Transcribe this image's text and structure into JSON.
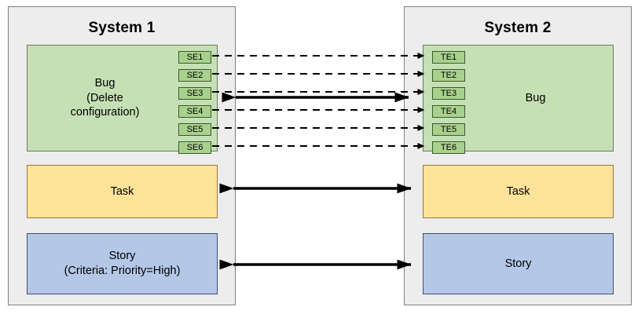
{
  "diagram": {
    "title_left": "System 1",
    "title_right": "System 2",
    "background": "#ffffff"
  },
  "colors": {
    "panel_fill": "#ededed",
    "panel_border": "#7f7f7f",
    "bug_fill": "#c5e0b4",
    "bug_border": "#6f7b63",
    "task_fill": "#ffe399",
    "task_border": "#927d41",
    "story_fill": "#b4c7e7",
    "story_border": "#40506b",
    "chip_fill": "#a9d18e",
    "chip_border": "#3c5c2a",
    "connector": "#000000"
  },
  "system1": {
    "title": "System 1",
    "bug": {
      "label_line1": "Bug",
      "label_line2": "(Delete",
      "label_line3": "configuration)",
      "fields": [
        {
          "label": "SE1"
        },
        {
          "label": "SE2"
        },
        {
          "label": "SE3"
        },
        {
          "label": "SE4"
        },
        {
          "label": "SE5"
        },
        {
          "label": "SE6"
        }
      ]
    },
    "task": {
      "label": "Task"
    },
    "story": {
      "label_line1": "Story",
      "label_line2": "(Criteria: Priority=High)"
    }
  },
  "system2": {
    "title": "System 2",
    "bug": {
      "label": "Bug",
      "fields": [
        {
          "label": "TE1"
        },
        {
          "label": "TE2"
        },
        {
          "label": "TE3"
        },
        {
          "label": "TE4"
        },
        {
          "label": "TE5"
        },
        {
          "label": "TE6"
        }
      ]
    },
    "task": {
      "label": "Task"
    },
    "story": {
      "label": "Story"
    }
  },
  "connectors": [
    {
      "name": "field-mapping-se1-te1",
      "style": "dashed",
      "direction": "right",
      "from": "SE1",
      "to": "TE1"
    },
    {
      "name": "field-mapping-se2-te2",
      "style": "dashed",
      "direction": "right",
      "from": "SE2",
      "to": "TE2"
    },
    {
      "name": "field-mapping-se3-te3",
      "style": "dashed",
      "direction": "right",
      "from": "SE3",
      "to": "TE3"
    },
    {
      "name": "field-mapping-se4-te4",
      "style": "dashed",
      "direction": "right",
      "from": "SE4",
      "to": "TE4"
    },
    {
      "name": "field-mapping-se5-te5",
      "style": "dashed",
      "direction": "right",
      "from": "SE5",
      "to": "TE5"
    },
    {
      "name": "field-mapping-se6-te6",
      "style": "dashed",
      "direction": "right",
      "from": "SE6",
      "to": "TE6"
    },
    {
      "name": "bug-sync",
      "style": "solid",
      "direction": "both",
      "from": "Bug",
      "to": "Bug"
    },
    {
      "name": "task-sync",
      "style": "solid",
      "direction": "both",
      "from": "Task",
      "to": "Task"
    },
    {
      "name": "story-sync",
      "style": "solid",
      "direction": "both",
      "from": "Story",
      "to": "Story"
    }
  ]
}
